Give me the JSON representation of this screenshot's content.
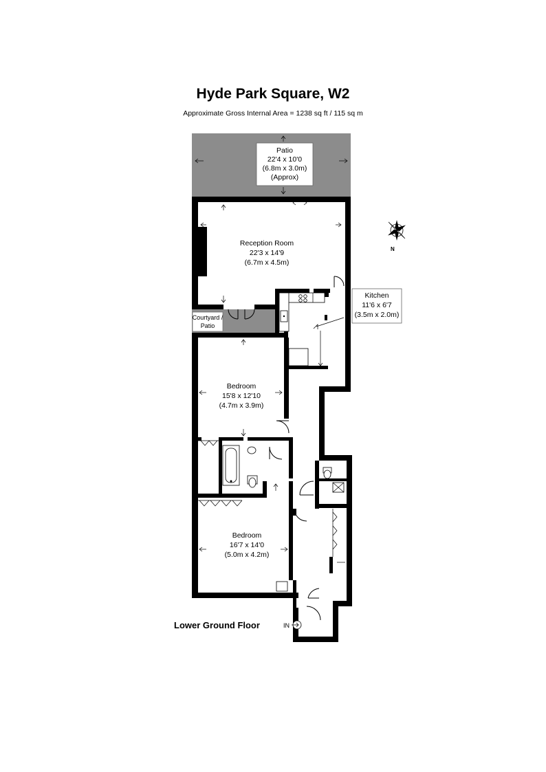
{
  "header": {
    "title": "Hyde Park Square, W2",
    "subtitle": "Approximate Gross Internal Area = 1238 sq ft / 115 sq m"
  },
  "rooms": {
    "patio": {
      "name": "Patio",
      "dims_imperial": "22'4 x 10'0",
      "dims_metric": "(6.8m x 3.0m)",
      "note": "(Approx)"
    },
    "reception": {
      "name": "Reception Room",
      "dims_imperial": "22'3 x 14'9",
      "dims_metric": "(6.7m x 4.5m)"
    },
    "kitchen": {
      "name": "Kitchen",
      "dims_imperial": "11'6 x 6'7",
      "dims_metric": "(3.5m x 2.0m)"
    },
    "courtyard": {
      "line1": "Courtyard /",
      "line2": "Patio"
    },
    "bedroom1": {
      "name": "Bedroom",
      "dims_imperial": "15'8 x 12'10",
      "dims_metric": "(4.7m x 3.9m)"
    },
    "bedroom2": {
      "name": "Bedroom",
      "dims_imperial": "16'7 x 14'0",
      "dims_metric": "(5.0m x 4.2m)"
    }
  },
  "floor_label": "Lower Ground Floor",
  "entrance_label": "IN",
  "compass_label": "N",
  "colors": {
    "wall": "#000000",
    "patio_fill": "#8c8c8c",
    "courtyard_fill": "#8c8c8c"
  }
}
